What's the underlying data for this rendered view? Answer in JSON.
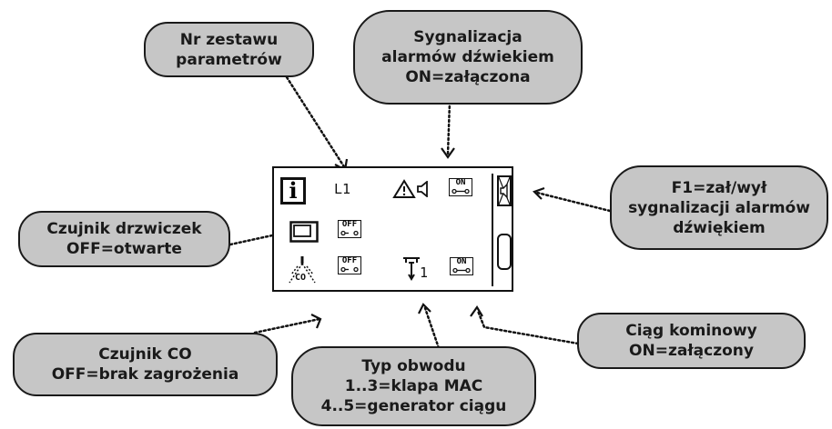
{
  "callouts": {
    "param_set": [
      "Nr zestawu",
      "parametrów"
    ],
    "sound_alarm": [
      "Sygnalizacja",
      "alarmów dźwiekiem",
      "ON=załączona"
    ],
    "f1_toggle": [
      "F1=zał/wył",
      "sygnalizacji alarmów",
      "dźwiękiem"
    ],
    "door_sensor": [
      "Czujnik drzwiczek",
      "OFF=otwarte"
    ],
    "co_sensor": [
      "Czujnik CO",
      "OFF=brak zagrożenia"
    ],
    "circuit_type": [
      "Typ obwodu",
      "1..3=klapa MAC",
      "4..5=generator ciągu"
    ],
    "chimney_draft": [
      "Ciąg kominowy",
      "ON=załączony"
    ]
  },
  "display": {
    "info_glyph": "i",
    "param_set_value": "L1",
    "sound_alarm_state": "ON",
    "door_state": "OFF",
    "co_state": "OFF",
    "co_label": "CO",
    "circuit_number": "1",
    "draft_state": "ON"
  },
  "icons": {
    "info": "info-icon",
    "warning": "warning-triangle-icon",
    "speaker": "speaker-icon",
    "door": "door-icon",
    "co_sensor": "co-sensor-icon",
    "circuit": "circuit-type-icon",
    "f1_button": "muted-speaker-icon"
  },
  "colors": {
    "callout_fill": "#c6c6c6",
    "outline": "#1a1a1a",
    "background": "#ffffff"
  }
}
